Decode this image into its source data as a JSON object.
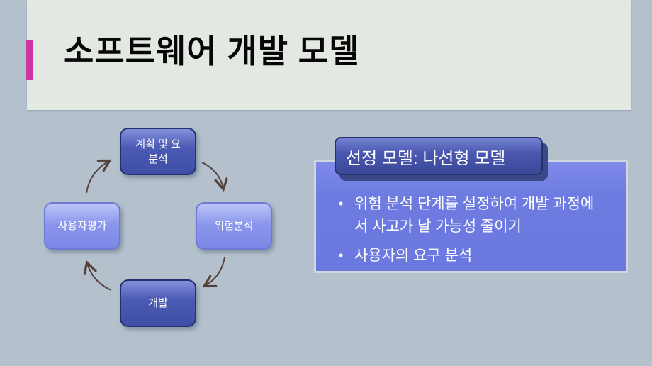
{
  "slide": {
    "title": "소프트웨어 개발 모델"
  },
  "diagram": {
    "nodes": [
      {
        "id": "plan",
        "label": "계획 및 요\n분석",
        "style": "dark"
      },
      {
        "id": "risk",
        "label": "위험분석",
        "style": "light"
      },
      {
        "id": "develop",
        "label": "개발",
        "style": "dark"
      },
      {
        "id": "evaluate",
        "label": "사용자평가",
        "style": "light"
      }
    ],
    "flow": "plan → risk → develop → evaluate → plan (clockwise cycle)"
  },
  "callout": {
    "header": "선정 모델: 나선형 모델",
    "bullet_char": "•",
    "bullets": [
      {
        "text": "위험 분석 단계를 설정하여 개발 과정에\n서 사고가 날 가능성 줄이기"
      },
      {
        "text": "사용자의 요구 분석"
      }
    ]
  },
  "colors": {
    "background": "#b4c1cd",
    "banner": "#e4e8e2",
    "accent_bar": "#cf35a0",
    "dark_node": "#4b5ab2",
    "light_node": "#8995ec",
    "panel": "#6e7ce1",
    "header_box": "#4a58b0",
    "arrow": "#54413c",
    "title_text": "#070707",
    "node_text": "#ffffff"
  }
}
